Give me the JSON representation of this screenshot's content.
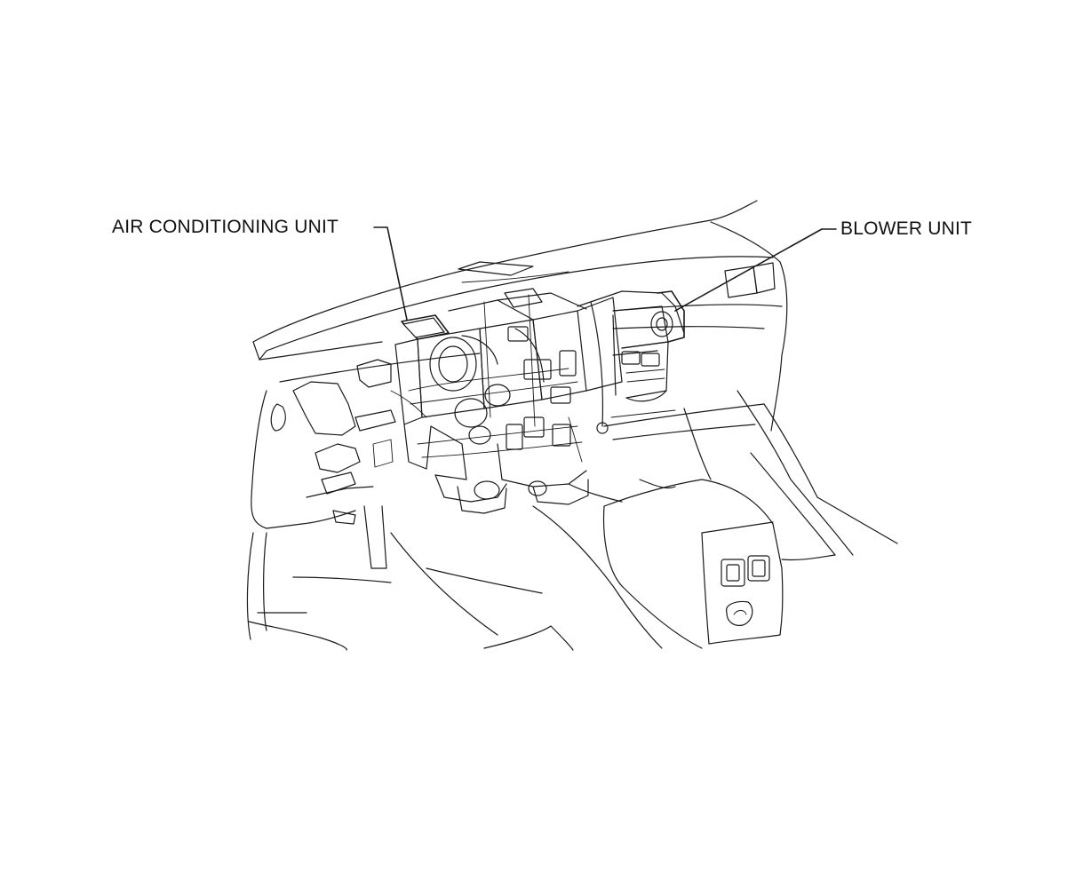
{
  "callouts": [
    {
      "id": "air-conditioning-unit",
      "text": "AIR CONDITIONING UNIT"
    },
    {
      "id": "blower-unit",
      "text": "BLOWER UNIT"
    }
  ]
}
